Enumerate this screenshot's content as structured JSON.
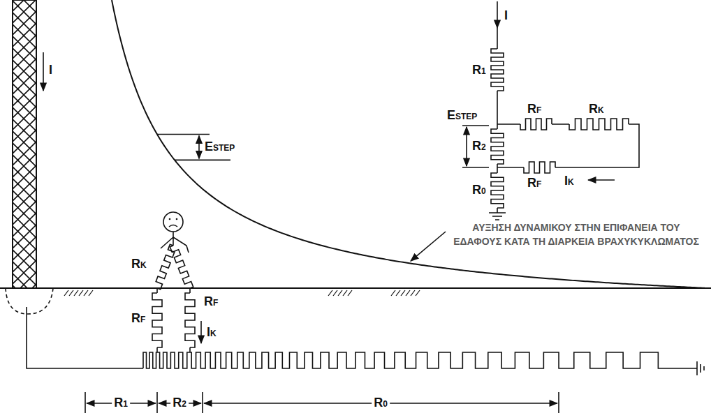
{
  "diagram": {
    "labels": [
      "I",
      "ESTEP",
      "ΑΥΞΗΣΗ ΔΥΝΑΜΙΚΟΥ ΣΤΗΝ ΕΠΙΦΑΝΕΙΑ ΤΟΥ ΕΔΑΦΟΥΣ ΚΑΤΑ ΤΗ ΔΙΑΡΚΕΙΑ ΒΡΑΧΥΚΥΚΛΩΜΑΤΟΣ",
      "RK",
      "RF",
      "RF",
      "IK",
      "R1",
      "R2",
      "R0",
      "I",
      "R1",
      "ESTEP",
      "RF",
      "RK",
      "R2",
      "RF",
      "IK",
      "R0"
    ]
  }
}
